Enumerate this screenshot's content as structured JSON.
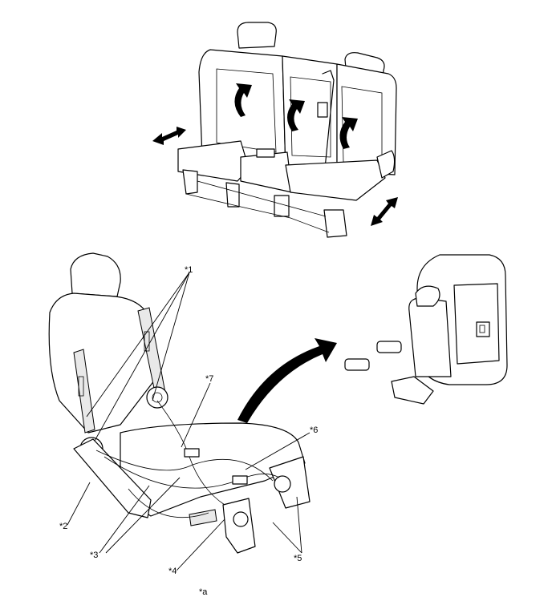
{
  "callouts": {
    "c1": "*1",
    "c2": "*2",
    "c3": "*3",
    "c4": "*4",
    "c5": "*5",
    "c6": "*6",
    "c7": "*7",
    "ca": "*a"
  },
  "icons": {
    "rotate_arrow": "curved-rotation-arrow-icon",
    "slide_arrow": "double-headed-arrow-icon",
    "transition_arrow": "curved-transition-arrow-icon"
  },
  "colors": {
    "line": "#000000",
    "background": "#ffffff",
    "shade": "#e9e9e9"
  }
}
